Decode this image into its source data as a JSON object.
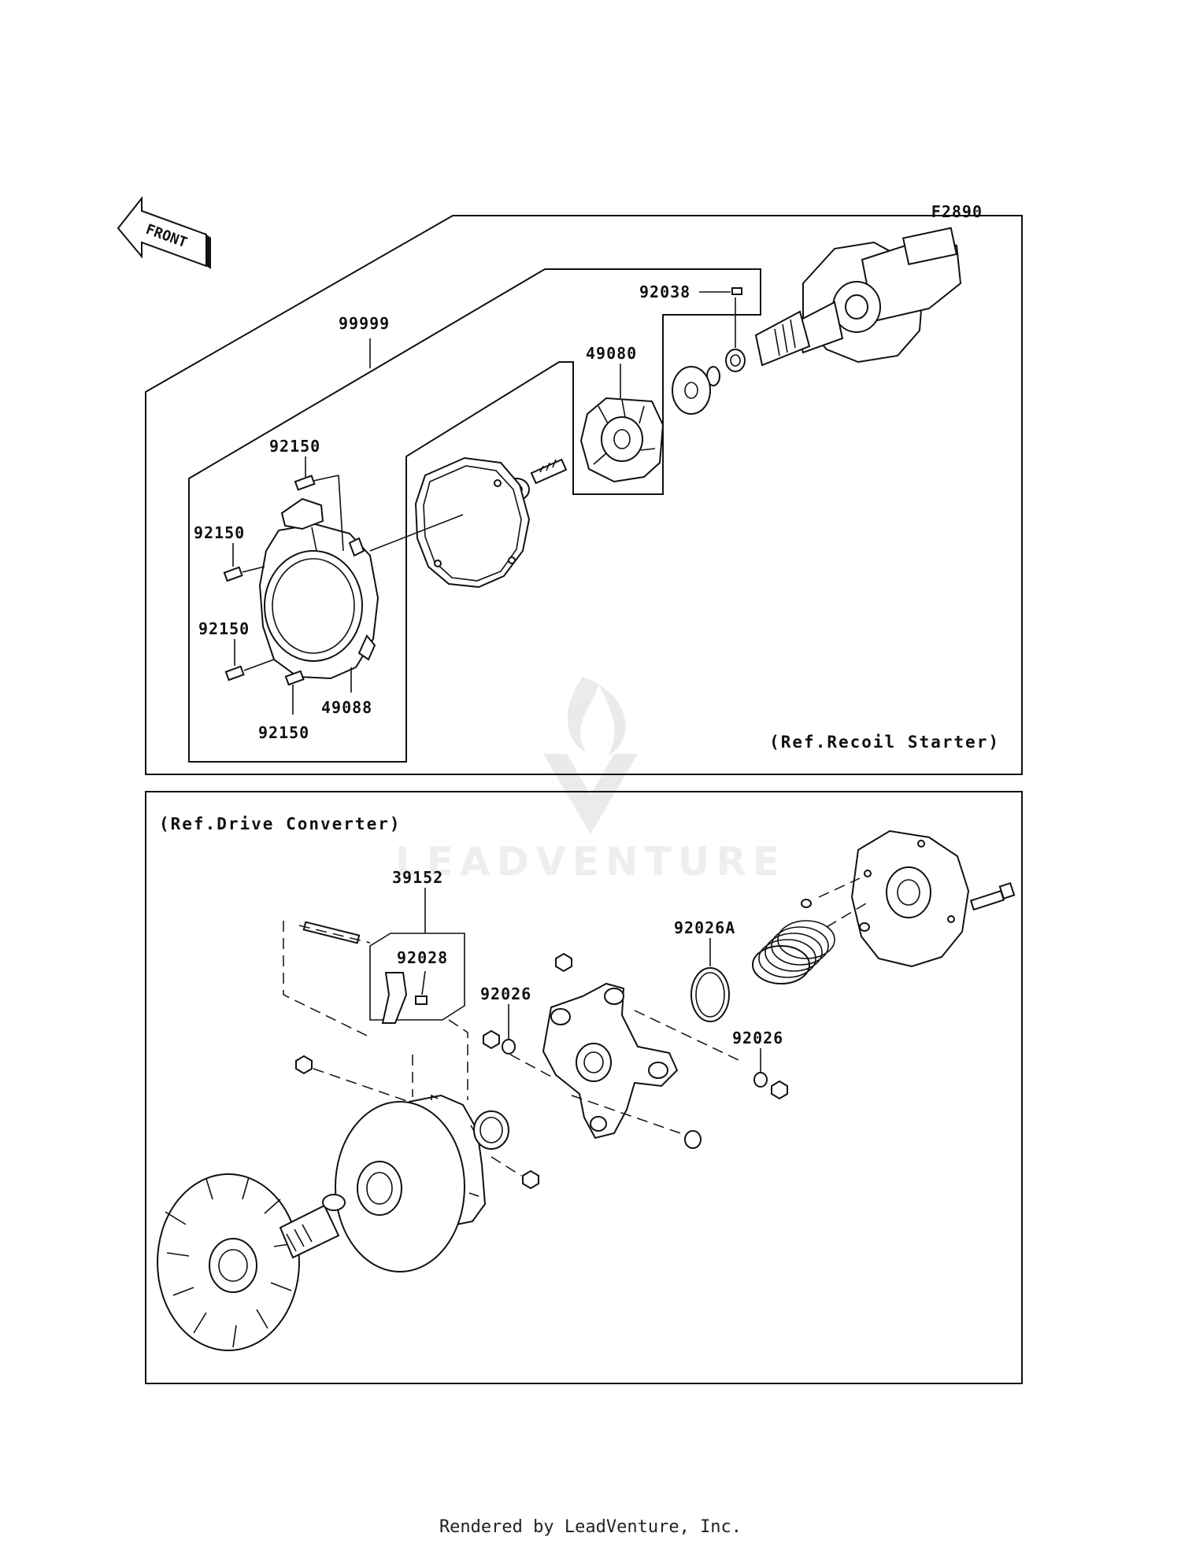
{
  "figure_code": "F2890",
  "front_badge": "FRONT",
  "watermark": "LEADVENTURE",
  "sections": {
    "recoil": {
      "ref_label": "(Ref.Recoil Starter)"
    },
    "drive": {
      "ref_label": "(Ref.Drive Converter)"
    }
  },
  "parts": {
    "p99999": "99999",
    "p92038": "92038",
    "p49080": "49080",
    "p92150_top": "92150",
    "p92150_left": "92150",
    "p92150_low": "92150",
    "p92150_bottom": "92150",
    "p49088": "49088",
    "p39152": "39152",
    "p92028": "92028",
    "p92026A": "92026A",
    "p92026_mid": "92026",
    "p92026_right": "92026"
  },
  "footer": "Rendered by LeadVenture, Inc."
}
